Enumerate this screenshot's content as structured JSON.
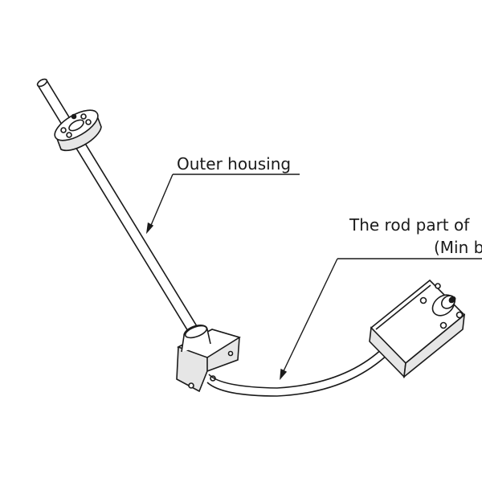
{
  "diagram": {
    "labels": {
      "outer_housing": "Outer housing",
      "rod_part_line1": "The rod part of",
      "rod_part_line2": "(Min b"
    },
    "components": {
      "rod": "rod",
      "upper_flange": "upper flange",
      "lower_mount": "lower mount",
      "cable": "cable",
      "sensor_box": "sensor box"
    },
    "colors": {
      "line": "#1a1a1a",
      "fill": "#ffffff",
      "shade": "#e6e6e6"
    }
  }
}
